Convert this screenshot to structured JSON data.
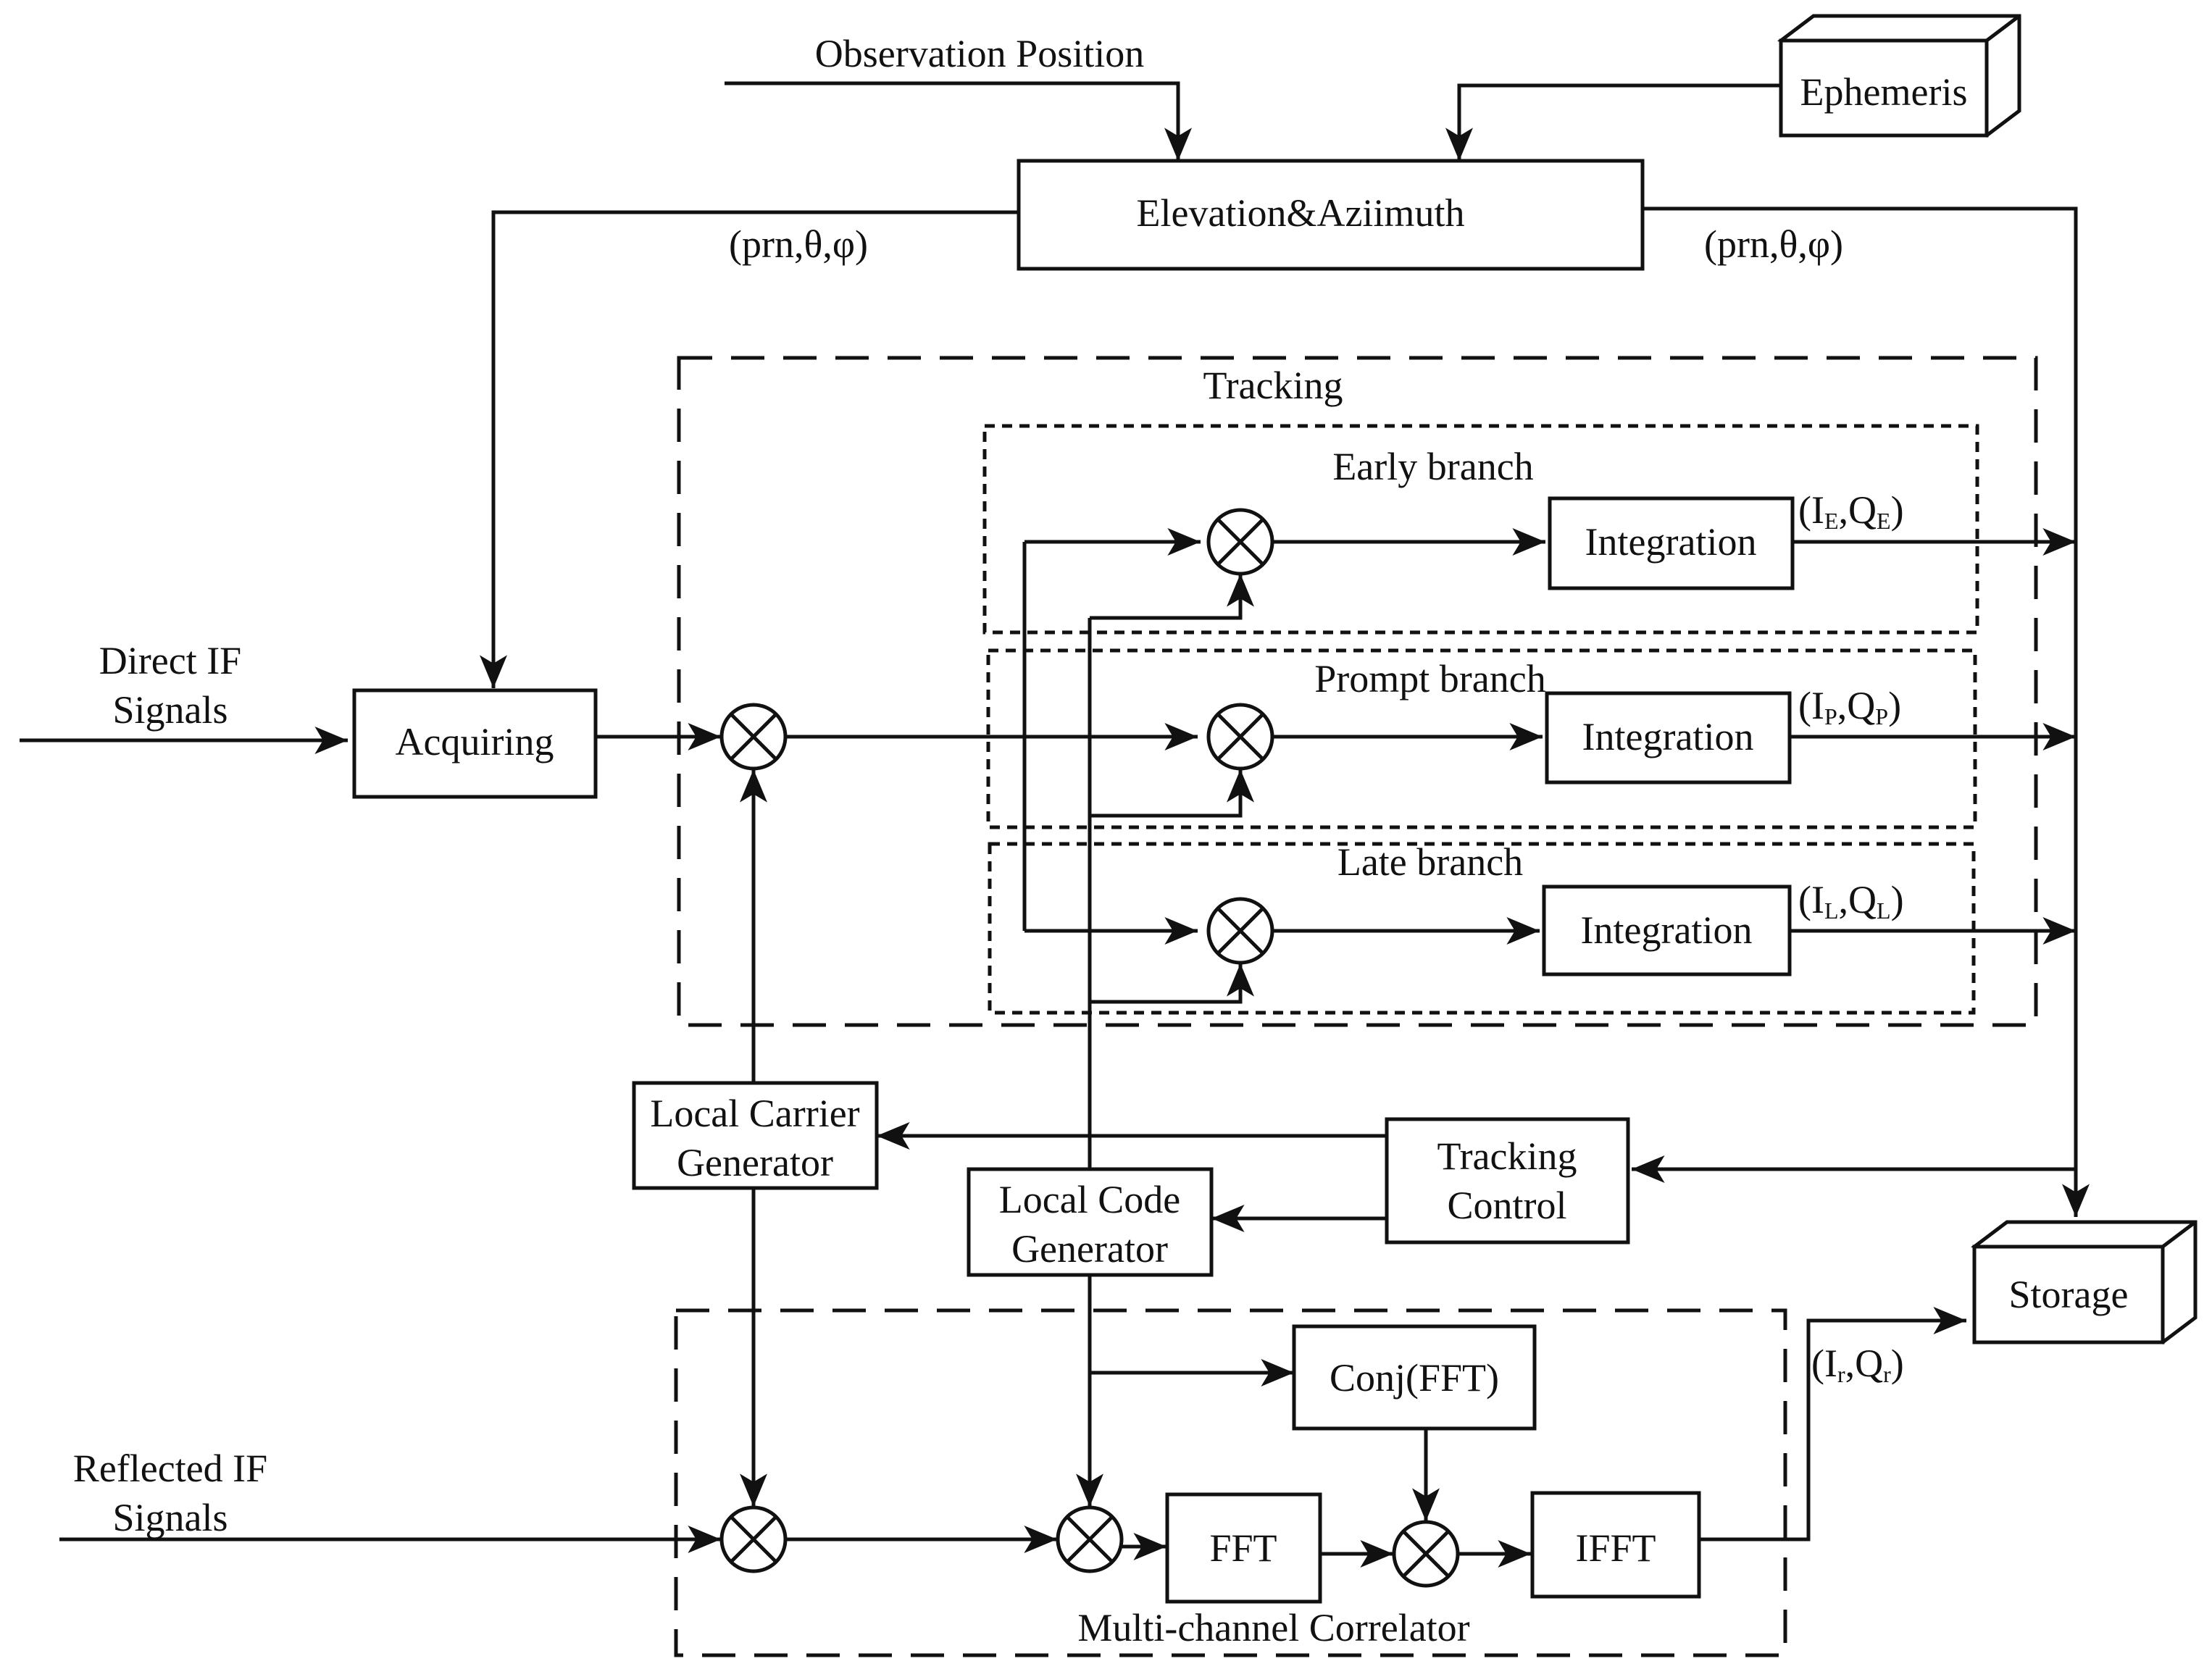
{
  "labels": {
    "observation_position": "Observation Position",
    "ephemeris": "Ephemeris",
    "elevation_azimuth": "Elevation&Aziimuth",
    "prn_theta_phi": "(prn,θ,φ)",
    "tracking": "Tracking",
    "early_branch": "Early branch",
    "prompt_branch": "Prompt branch",
    "late_branch": "Late branch",
    "integration": "Integration",
    "direct_if_line1": "Direct IF",
    "direct_if_line2": "Signals",
    "acquiring": "Acquiring",
    "local_carrier_line1": "Local Carrier",
    "local_carrier_line2": "Generator",
    "local_code_line1": "Local Code",
    "local_code_line2": "Generator",
    "tracking_control_line1": "Tracking",
    "tracking_control_line2": "Control",
    "storage": "Storage",
    "reflected_if_line1": "Reflected IF",
    "reflected_if_line2": "Signals",
    "conj_fft": "Conj(FFT)",
    "fft": "FFT",
    "ifft": "IFFT",
    "multi_channel_correlator": "Multi-channel Correlator"
  },
  "outputs": {
    "early": {
      "i": "I",
      "i_sub": "E",
      "q": "Q",
      "q_sub": "E"
    },
    "prompt": {
      "i": "I",
      "i_sub": "P",
      "q": "Q",
      "q_sub": "P"
    },
    "late": {
      "i": "I",
      "i_sub": "L",
      "q": "Q",
      "q_sub": "L"
    },
    "reflected": {
      "i": "I",
      "i_sub": "r",
      "q": "Q",
      "q_sub": "r"
    }
  },
  "punct": {
    "open": "(",
    "comma": ",",
    "close": ")"
  }
}
